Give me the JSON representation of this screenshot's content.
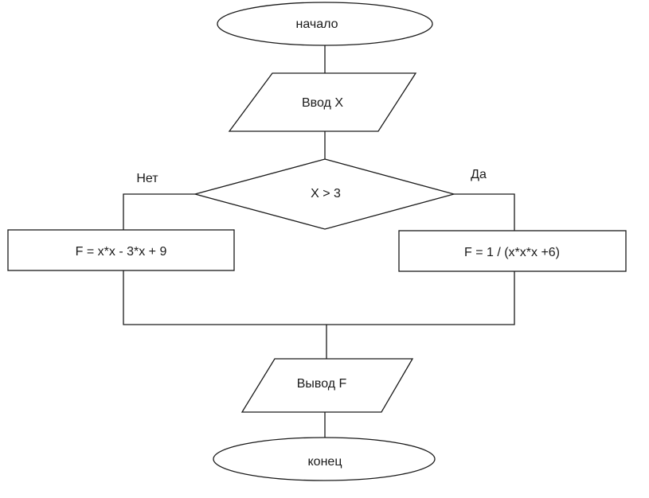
{
  "flowchart": {
    "start": {
      "label": "начало"
    },
    "input": {
      "label": "Ввод X"
    },
    "decision": {
      "label": "X > 3",
      "no_label": "Нет",
      "yes_label": "Да"
    },
    "left_process": {
      "label": "F = x*x - 3*x + 9"
    },
    "right_process": {
      "label": "F = 1 / (x*x*x +6)"
    },
    "output": {
      "label": "Вывод F"
    },
    "end": {
      "label": "конец"
    }
  },
  "colors": {
    "stroke": "#1a1a1a",
    "fill": "#ffffff",
    "background": "#ffffff"
  }
}
